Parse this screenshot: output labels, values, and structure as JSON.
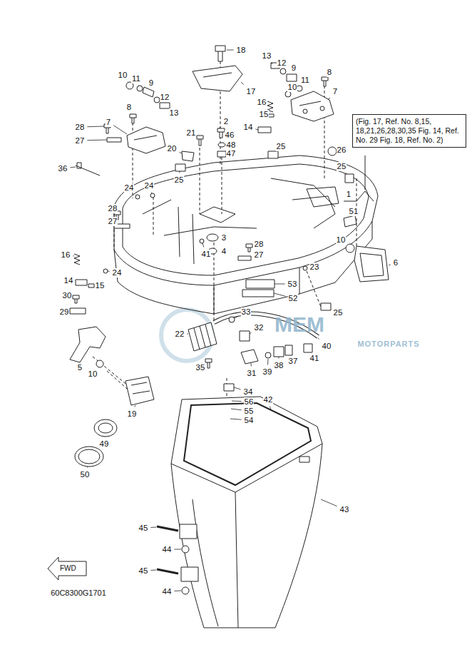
{
  "diagram": {
    "nodes": [
      {
        "text": [
          "(Fig. 17, Ref. No. 8,15, 18,21,26,28,30,35 Fig. 14, Ref. No. 29 Fig. 18, Ref. No. 2)"
        ]
      },
      {
        "text": [
          "FWD"
        ]
      }
    ],
    "labels": [
      "18",
      "17",
      "13",
      "12",
      "9",
      "10",
      "11",
      "9",
      "12",
      "13",
      "8",
      "11",
      "10",
      "7",
      "8",
      "7",
      "28",
      "27",
      "16",
      "15",
      "2",
      "14",
      "21",
      "46",
      "48",
      "47",
      "20",
      "25",
      "26",
      "36",
      "25",
      "25",
      "1",
      "24",
      "24",
      "28",
      "27",
      "51",
      "3",
      "4",
      "28",
      "27",
      "41",
      "16",
      "24",
      "14",
      "15",
      "10",
      "6",
      "23",
      "53",
      "52",
      "30",
      "29",
      "25",
      "33",
      "32",
      "22",
      "40",
      "41",
      "37",
      "5",
      "10",
      "38",
      "39",
      "31",
      "35",
      "34",
      "56",
      "55",
      "54",
      "19",
      "49",
      "50",
      "42",
      "43",
      "45",
      "44",
      "45",
      "44",
      "60C8300G1701",
      "MEM",
      "MOTORPARTS"
    ]
  }
}
